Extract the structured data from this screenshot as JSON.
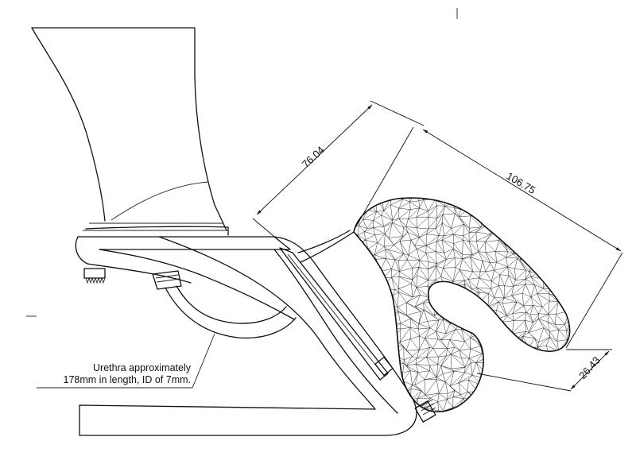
{
  "dimensions": {
    "width_label": "76.04",
    "length_label": "106.75",
    "depth_label": "26.43"
  },
  "annotation": {
    "line1": "Urethra approximately",
    "line2": "178mm in length, ID of 7mm."
  }
}
